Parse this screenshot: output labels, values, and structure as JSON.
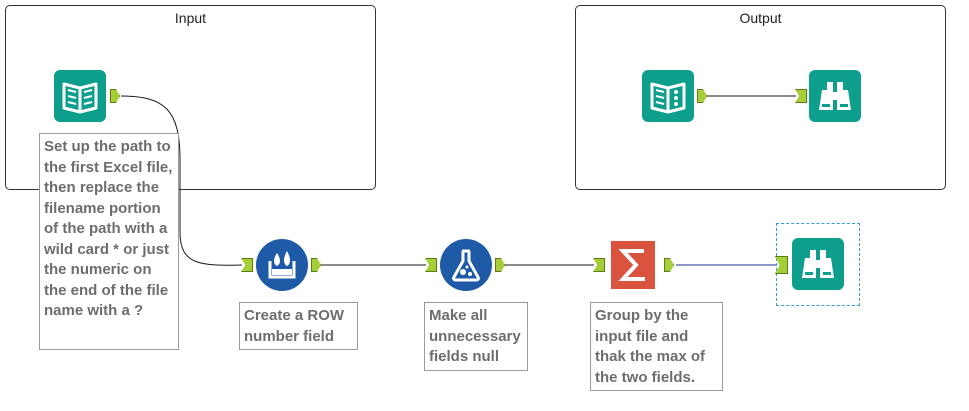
{
  "containers": {
    "input": {
      "title": "Input"
    },
    "output": {
      "title": "Output"
    }
  },
  "comments": {
    "input_note": "Set up the path to the first Excel file, then replace the filename portion of the path with a wild card * or just the numeric on the end of the file name with a ?",
    "row_number": "Create a ROW number field",
    "formula": "Make all unnecessary fields null",
    "summarize": "Group by the input file and thak the max of the two fields."
  },
  "tools": {
    "input_data": {
      "icon": "book-icon",
      "color": "#0e9e8c"
    },
    "record_id": {
      "icon": "droplets-icon",
      "color": "#1f5aa6"
    },
    "formula": {
      "icon": "flask-icon",
      "color": "#1f5aa6"
    },
    "summarize": {
      "icon": "sigma-icon",
      "color": "#d9533f"
    },
    "browse_main": {
      "icon": "binoculars-icon",
      "color": "#0e9e8c"
    },
    "output_input": {
      "icon": "book-dots-icon",
      "color": "#0e9e8c"
    },
    "output_browse": {
      "icon": "binoculars-icon",
      "color": "#0e9e8c"
    }
  },
  "colors": {
    "anchor": "#a6ce39",
    "connection": "#1a1a1a",
    "selected_connection": "#1c2f8f",
    "selection_border": "#3a9ad9"
  }
}
